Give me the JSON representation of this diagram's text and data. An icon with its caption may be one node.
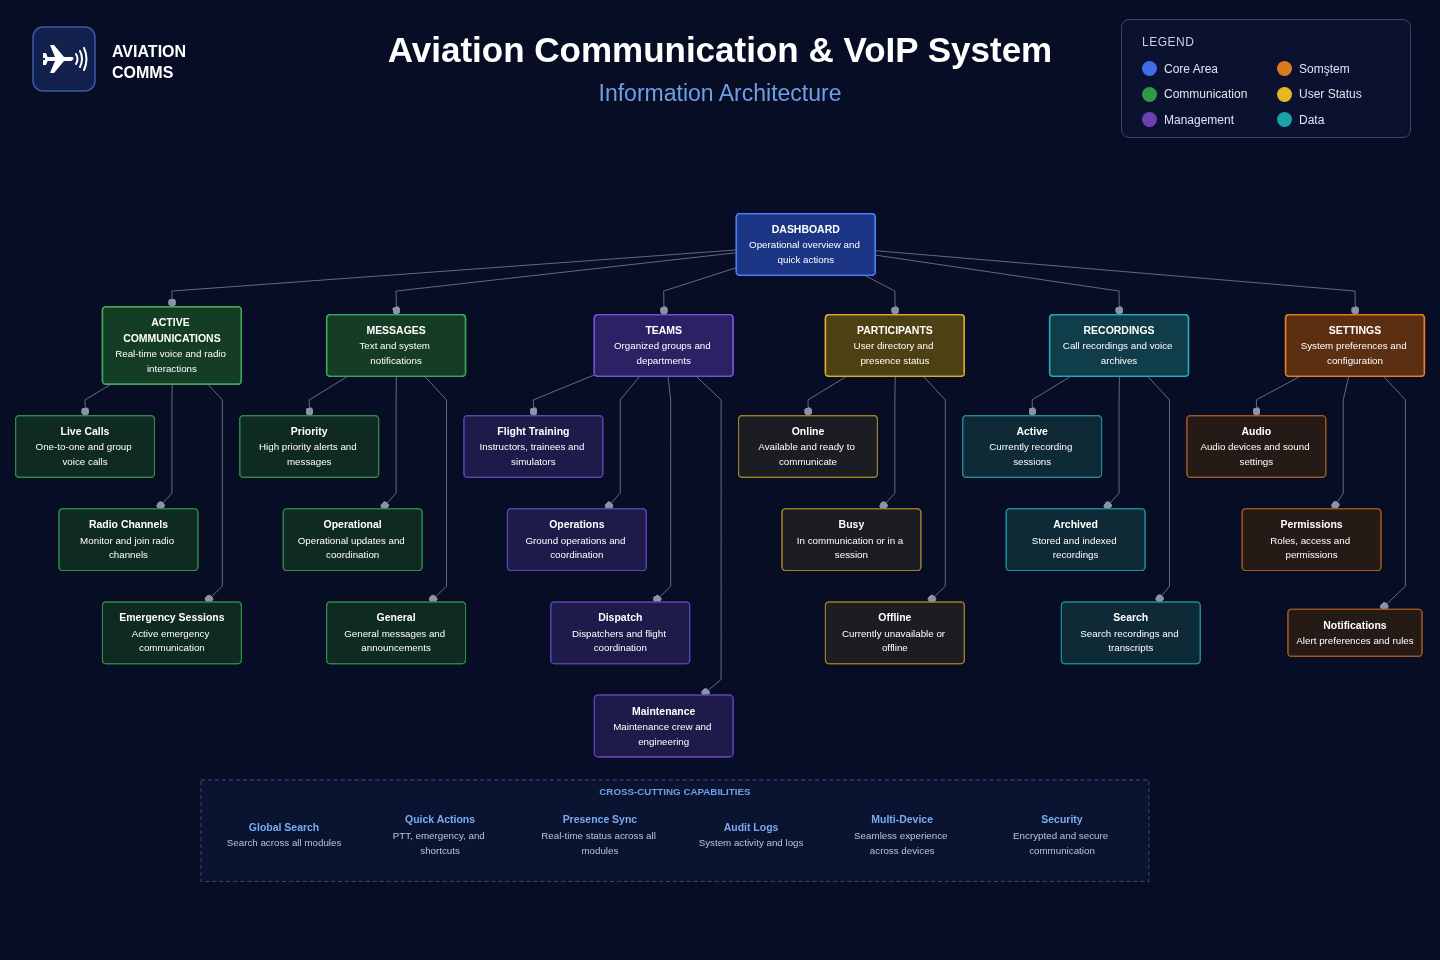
{
  "diagram": {
    "title": "Aviation Communication & VoIP System",
    "nodes": [
      {
        "text": [
          "DASHBOARD",
          "Operational overview and quick actions"
        ]
      },
      {
        "text": [
          "ACTIVE COMMUNICATIONS",
          "Real-time voice and radio interactions"
        ]
      },
      {
        "text": [
          "Live Calls",
          "One-to-one and group voice calls"
        ]
      },
      {
        "text": [
          "Radio Channels",
          "Monitor and join radio channels"
        ]
      },
      {
        "text": [
          "Emergency Sessions",
          "Active emergency communication"
        ]
      },
      {
        "text": [
          "MESSAGES",
          "Text and system notifications"
        ]
      },
      {
        "text": [
          "Priority",
          "High priority alerts and messages"
        ]
      },
      {
        "text": [
          "Operational",
          "Operational updates and coordination"
        ]
      },
      {
        "text": [
          "General",
          "General messages and announcements"
        ]
      },
      {
        "text": [
          "TEAMS",
          "Organized groups and departments"
        ]
      },
      {
        "text": [
          "Flight Training",
          "Instructors, trainees and simulators"
        ]
      },
      {
        "text": [
          "Operations",
          "Ground operations and coordination"
        ]
      },
      {
        "text": [
          "Dispatch",
          "Dispatchers and flight coordination"
        ]
      },
      {
        "text": [
          "Maintenance",
          "Maintenance crew and engineering"
        ]
      },
      {
        "text": [
          "PARTICIPANTS",
          "User directory and presence status"
        ]
      },
      {
        "text": [
          "Online",
          "Available and ready to communicate"
        ]
      },
      {
        "text": [
          "Busy",
          "In communication or in a session"
        ]
      },
      {
        "text": [
          "Offline",
          "Currently unavailable or offline"
        ]
      },
      {
        "text": [
          "RECORDINGS",
          "Call recordings and voice archives"
        ]
      },
      {
        "text": [
          "Active",
          "Currently recording sessions"
        ]
      },
      {
        "text": [
          "Archived",
          "Stored and indexed recordings"
        ]
      },
      {
        "text": [
          "Search",
          "Search recordings and transcripts"
        ]
      },
      {
        "text": [
          "SETTINGS",
          "System preferences and configuration"
        ]
      },
      {
        "text": [
          "Audio",
          "Audio devices and sound settings"
        ]
      },
      {
        "text": [
          "Permissions",
          "Roles, access and permissions"
        ]
      },
      {
        "text": [
          "Notifications",
          "Alert preferences and rules"
        ]
      },
      {
        "text": [
          "CROSS-CUTTING CAPABILITIES"
        ]
      },
      {
        "text": [
          "Global Search",
          "Search across all modules"
        ],
        "in": 26
      },
      {
        "text": [
          "Quick Actions",
          "PTT, emergency, and shortcuts"
        ],
        "in": 26
      },
      {
        "text": [
          "Presence Sync",
          "Real-time status across all modules"
        ],
        "in": 26
      },
      {
        "text": [
          "Audit Logs",
          "System activity and logs"
        ],
        "in": 26
      },
      {
        "text": [
          "Multi-Device",
          "Seamless experience across devices"
        ],
        "in": 26
      },
      {
        "text": [
          "Security",
          "Encrypted and secure communication"
        ],
        "in": 26
      }
    ],
    "edges": [
      {
        "from": 0,
        "to": 1,
        "arrow": "other"
      },
      {
        "from": 0,
        "to": 5,
        "arrow": "other"
      },
      {
        "from": 0,
        "to": 9,
        "arrow": "other"
      },
      {
        "from": 0,
        "to": 14,
        "arrow": "other"
      },
      {
        "from": 0,
        "to": 18,
        "arrow": "other"
      },
      {
        "from": 0,
        "to": 22,
        "arrow": "other"
      },
      {
        "from": 1,
        "to": 2,
        "arrow": "other"
      },
      {
        "from": 1,
        "to": 3,
        "arrow": "other"
      },
      {
        "from": 1,
        "to": 4,
        "arrow": "other"
      },
      {
        "from": 5,
        "to": 6,
        "arrow": "other"
      },
      {
        "from": 5,
        "to": 7,
        "arrow": "other"
      },
      {
        "from": 5,
        "to": 8,
        "arrow": "other"
      },
      {
        "from": 9,
        "to": 10,
        "arrow": "other"
      },
      {
        "from": 9,
        "to": 11,
        "arrow": "other"
      },
      {
        "from": 9,
        "to": 12,
        "arrow": "other"
      },
      {
        "from": 9,
        "to": 13,
        "arrow": "other"
      },
      {
        "from": 14,
        "to": 15,
        "arrow": "other"
      },
      {
        "from": 14,
        "to": 16,
        "arrow": "other"
      },
      {
        "from": 14,
        "to": 17,
        "arrow": "other"
      },
      {
        "from": 18,
        "to": 19,
        "arrow": "other"
      },
      {
        "from": 18,
        "to": 20,
        "arrow": "other"
      },
      {
        "from": 18,
        "to": 21,
        "arrow": "other"
      },
      {
        "from": 22,
        "to": 23,
        "arrow": "other"
      },
      {
        "from": 22,
        "to": 24,
        "arrow": "other"
      },
      {
        "from": 22,
        "to": 25,
        "arrow": "other"
      }
    ],
    "labels": [
      "AVIATION COMMS",
      "Information Architecture",
      "LEGEND"
    ],
    "legend": [
      {
        "text": "Core Area",
        "color": "#3d6fe8"
      },
      {
        "text": "Communication",
        "color": "#2f9a44"
      },
      {
        "text": "Management",
        "color": "#6a42b0"
      },
      {
        "text": "Somştem",
        "color": "#dd7a1e"
      },
      {
        "text": "User Status",
        "color": "#e6b820"
      },
      {
        "text": "Data",
        "color": "#19a3a8"
      }
    ]
  }
}
